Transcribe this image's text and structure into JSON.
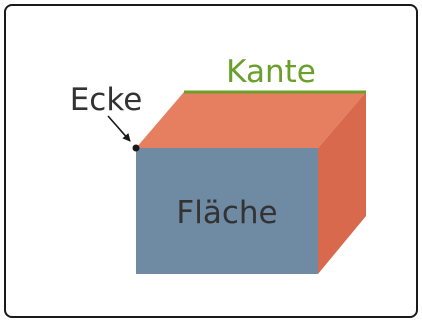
{
  "labels": {
    "corner": "Ecke",
    "edge": "Kante",
    "face": "Fläche"
  },
  "colors": {
    "front_face": "#6f8aa3",
    "top_face": "#e57f60",
    "side_face": "#d9694c",
    "edge_highlight": "#6a9f2a",
    "text_dark": "#333333",
    "frame": "#1a1a1a"
  }
}
